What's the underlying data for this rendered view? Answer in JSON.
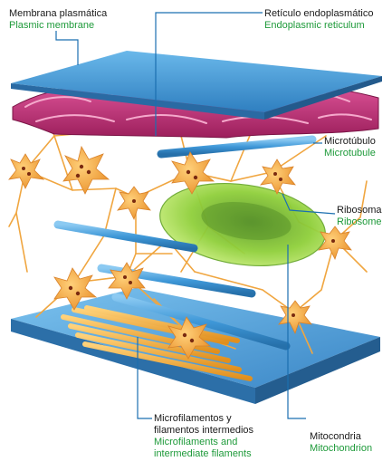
{
  "labels": {
    "plasma_membrane": {
      "es": "Membrana plasmática",
      "en": "Plasmic membrane"
    },
    "er": {
      "es": "Retículo endoplasmático",
      "en": "Endoplasmic reticulum"
    },
    "microtubule": {
      "es": "Microtúbulo",
      "en": "Microtubule"
    },
    "ribosome": {
      "es": "Ribosoma",
      "en": "Ribosome"
    },
    "microfilaments": {
      "es": "Microfilamentos y\nfilamentos intermedios",
      "en": "Microfilaments and\nintermediate filaments"
    },
    "mitochondria": {
      "es": "Mitocondria",
      "en": "Mitochondrion"
    }
  },
  "colors": {
    "membrane": "#4a9fd8",
    "reticulum": "#c8307a",
    "tubule": "#4aa3df",
    "protein": "#f2a23a",
    "mitochondrion": "#8fcf3a",
    "english_text": "#1e9a3a"
  }
}
